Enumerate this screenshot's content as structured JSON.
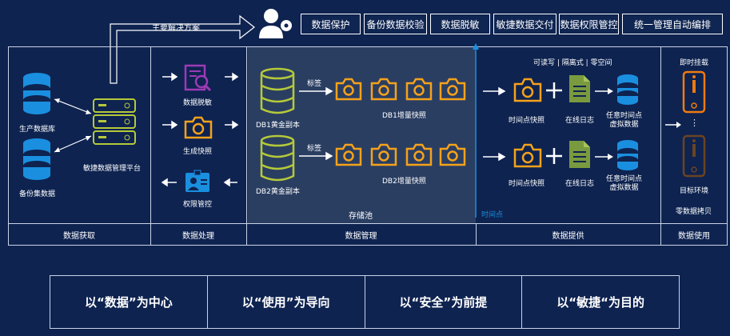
{
  "top": {
    "main_solution_label": "主要解决方案",
    "chips": [
      "数据保护",
      "备份数据校验",
      "数据脱敏",
      "敏捷数据交付",
      "数据权限管控",
      "统一管理自动编排"
    ]
  },
  "acquire": {
    "production_db": "生产数据库",
    "backup_set": "备份集数据",
    "platform": "敏捷数据管理平台"
  },
  "process": {
    "masking": "数据脱敏",
    "snapshot": "生成快照",
    "permission": "权限管控"
  },
  "manage": {
    "db1_full": "DB1黄金副本",
    "db2_full": "DB2黄金副本",
    "tag1": "标签",
    "tag2": "标签",
    "db1_incr": "DB1增量快照",
    "db2_incr": "DB2增量快照",
    "storage_pool": "存储池"
  },
  "provide": {
    "header": "可读写 | 隔离式 | 零空间",
    "pit_snapshot_1": "时间点快照",
    "online_log_1": "在线日志",
    "virtual_data_1": "任意时间点\n虚拟数据",
    "pit_snapshot_2": "时间点快照",
    "online_log_2": "在线日志",
    "virtual_data_2": "任意时间点\n虚拟数据",
    "timeline_label": "时间点"
  },
  "use": {
    "instant_mount": "即时挂载",
    "dots": "⋮",
    "target_env": "目标环境",
    "zero_copy": "零数据拷贝"
  },
  "footer": [
    "数据获取",
    "数据处理",
    "数据管理",
    "数据提供",
    "数据使用"
  ],
  "banner": [
    "以“数据”为中心",
    "以“使用”为导向",
    "以“安全”为前提",
    "以“敏捷“为目的"
  ],
  "colors": {
    "background": "#0e2350",
    "db_blue": "#1a8fe0",
    "lime": "#b5c93a",
    "camera_orange": "#f5a21b",
    "log_green": "#7a9a3f",
    "mobile_orange": "#f07a10",
    "mobile_brown": "#6b4420"
  }
}
